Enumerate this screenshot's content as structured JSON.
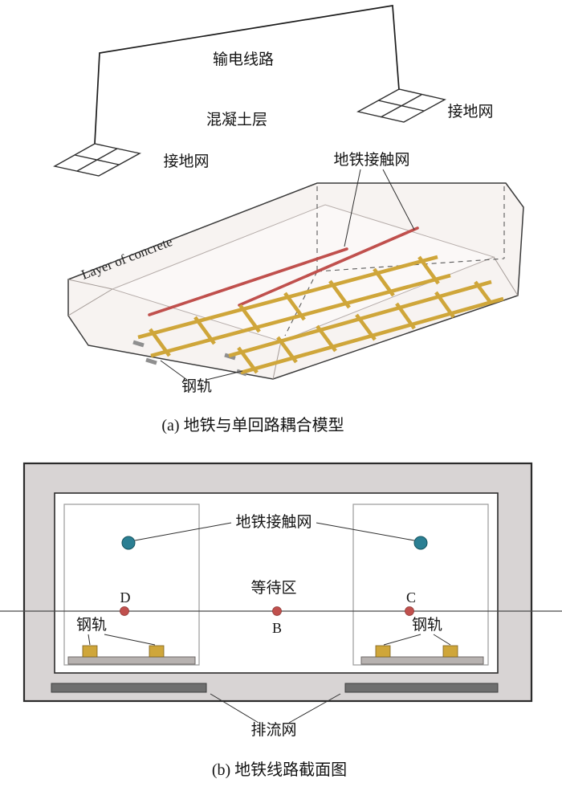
{
  "figure": {
    "part_a": {
      "caption": "(a) 地铁与单回路耦合模型",
      "transmission_line_label": "输电线路",
      "concrete_layer_label": "混凝土层",
      "ground_grid_left_label": "接地网",
      "ground_grid_right_label": "接地网",
      "catenary_label": "地铁接触网",
      "rails_label": "钢轨",
      "layer_of_concrete_label": "Layer of concrete"
    },
    "part_b": {
      "caption": "(b) 地铁线路截面图",
      "catenary_label": "地铁接触网",
      "waiting_area_label": "等待区",
      "point_d": "D",
      "point_b": "B",
      "point_c": "C",
      "rails_label_left": "钢轨",
      "rails_label_right": "钢轨",
      "drainage_label": "排流网"
    },
    "colors": {
      "catenary_wire_red": "#c0504d",
      "measurement_point_red": "#c0504d",
      "contact_dot_teal": "#2b7f93",
      "rail_yellow": "#cfa63a",
      "tunnel_fill_gray": "#d8d4d4",
      "drainage_bar_gray": "#6e6e6e",
      "concrete_fill": "#f7f3f1"
    }
  }
}
